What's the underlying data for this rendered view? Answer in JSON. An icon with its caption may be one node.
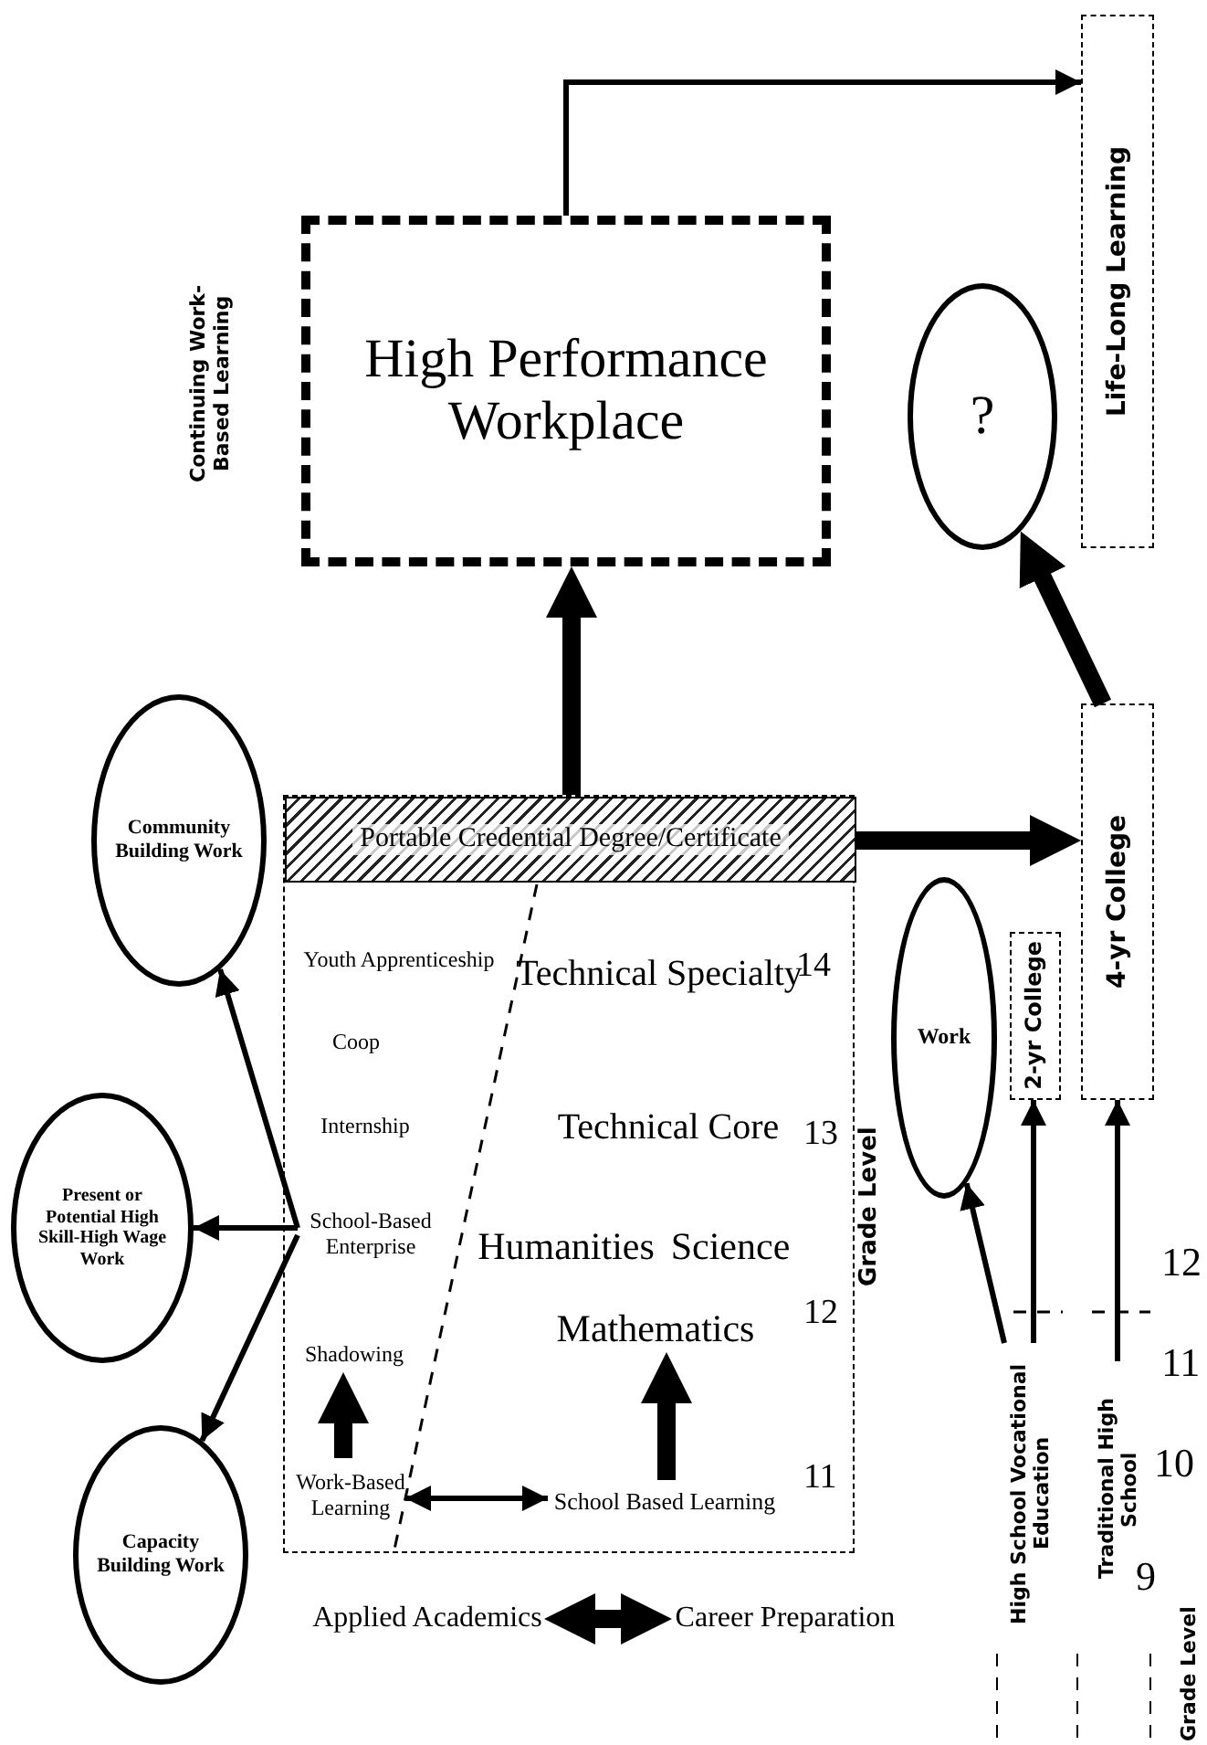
{
  "diagram": {
    "nodes": [
      {
        "text": [
          "High Performance Workplace"
        ],
        "beside": [
          "Continuing Work-Based Learning"
        ]
      },
      {
        "text": [
          "Life-Long Learning"
        ]
      },
      {
        "text": [
          "?"
        ]
      },
      {
        "text": [
          "Community Building Work"
        ]
      },
      {
        "text": [
          "Present or Potential High Skill-High Wage Work"
        ]
      },
      {
        "text": [
          "Capacity Building Work"
        ]
      },
      {
        "text": [],
        "shape": "box"
      },
      {
        "text": [
          "Portable Credential Degree/Certificate"
        ],
        "in": 6
      },
      {
        "text": [
          "Youth Apprenticeship"
        ],
        "in": 6
      },
      {
        "text": [
          "Coop"
        ],
        "in": 6
      },
      {
        "text": [
          "Internship"
        ],
        "in": 6
      },
      {
        "text": [
          "School-Based Enterprise"
        ],
        "in": 6
      },
      {
        "text": [
          "Shadowing"
        ],
        "in": 6
      },
      {
        "text": [
          "Work-Based Learning"
        ],
        "in": 6
      },
      {
        "text": [
          "Technical Specialty"
        ],
        "in": 6
      },
      {
        "text": [
          "Technical Core"
        ],
        "in": 6
      },
      {
        "text": [
          "Humanities"
        ],
        "in": 6
      },
      {
        "text": [
          "Science"
        ],
        "in": 6
      },
      {
        "text": [
          "Mathematics"
        ],
        "in": 6
      },
      {
        "text": [
          "School Based Learning"
        ],
        "in": 6
      },
      {
        "text": [
          "Work"
        ]
      },
      {
        "text": [
          "2-yr College"
        ]
      },
      {
        "text": [
          "4-yr College"
        ]
      },
      {
        "text": [
          "High School Vocational Education"
        ]
      },
      {
        "text": [
          "Traditional High School"
        ]
      },
      {
        "text": [
          "Applied Academics"
        ]
      },
      {
        "text": [
          "Career Preparation"
        ]
      }
    ],
    "edges": [
      {
        "from": 7,
        "to": 0,
        "arrow": "to",
        "style": "thick"
      },
      {
        "from": 0,
        "to": 1,
        "arrow": "to"
      },
      {
        "from": 7,
        "to": 22,
        "arrow": "to",
        "style": "thick"
      },
      {
        "from": 22,
        "to": 2,
        "arrow": "to",
        "style": "thick"
      },
      {
        "from": 11,
        "to": 3,
        "arrow": "to"
      },
      {
        "from": 11,
        "to": 4,
        "arrow": "to"
      },
      {
        "from": 11,
        "to": 5,
        "arrow": "to"
      },
      {
        "from": 13,
        "to": 12,
        "arrow": "to",
        "style": "thick"
      },
      {
        "from": 19,
        "to": 18,
        "arrow": "to",
        "style": "thick"
      },
      {
        "from": 13,
        "to": 19,
        "arrow": "both"
      },
      {
        "from": 23,
        "to": 21,
        "arrow": "to"
      },
      {
        "from": 24,
        "to": 22,
        "arrow": "to"
      },
      {
        "from": 23,
        "to": 20,
        "arrow": "to"
      },
      {
        "from": 25,
        "to": 26,
        "arrow": "both",
        "style": "thick"
      }
    ],
    "labels": [
      "14",
      "13",
      "Grade Level",
      "12",
      "11",
      "12",
      "11",
      "10",
      "9",
      "Grade Level"
    ]
  }
}
